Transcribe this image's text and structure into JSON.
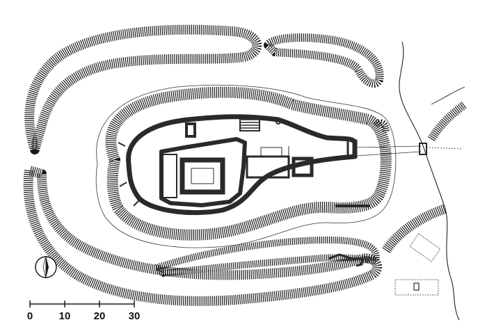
{
  "colors": {
    "ink": "#1a1a1a",
    "paper": "#ffffff",
    "wall": "#2a2a2a"
  },
  "compass": {
    "icon": "north-arrow-icon"
  },
  "scale_bar": {
    "ticks": [
      "0",
      "10",
      "20",
      "30"
    ]
  }
}
